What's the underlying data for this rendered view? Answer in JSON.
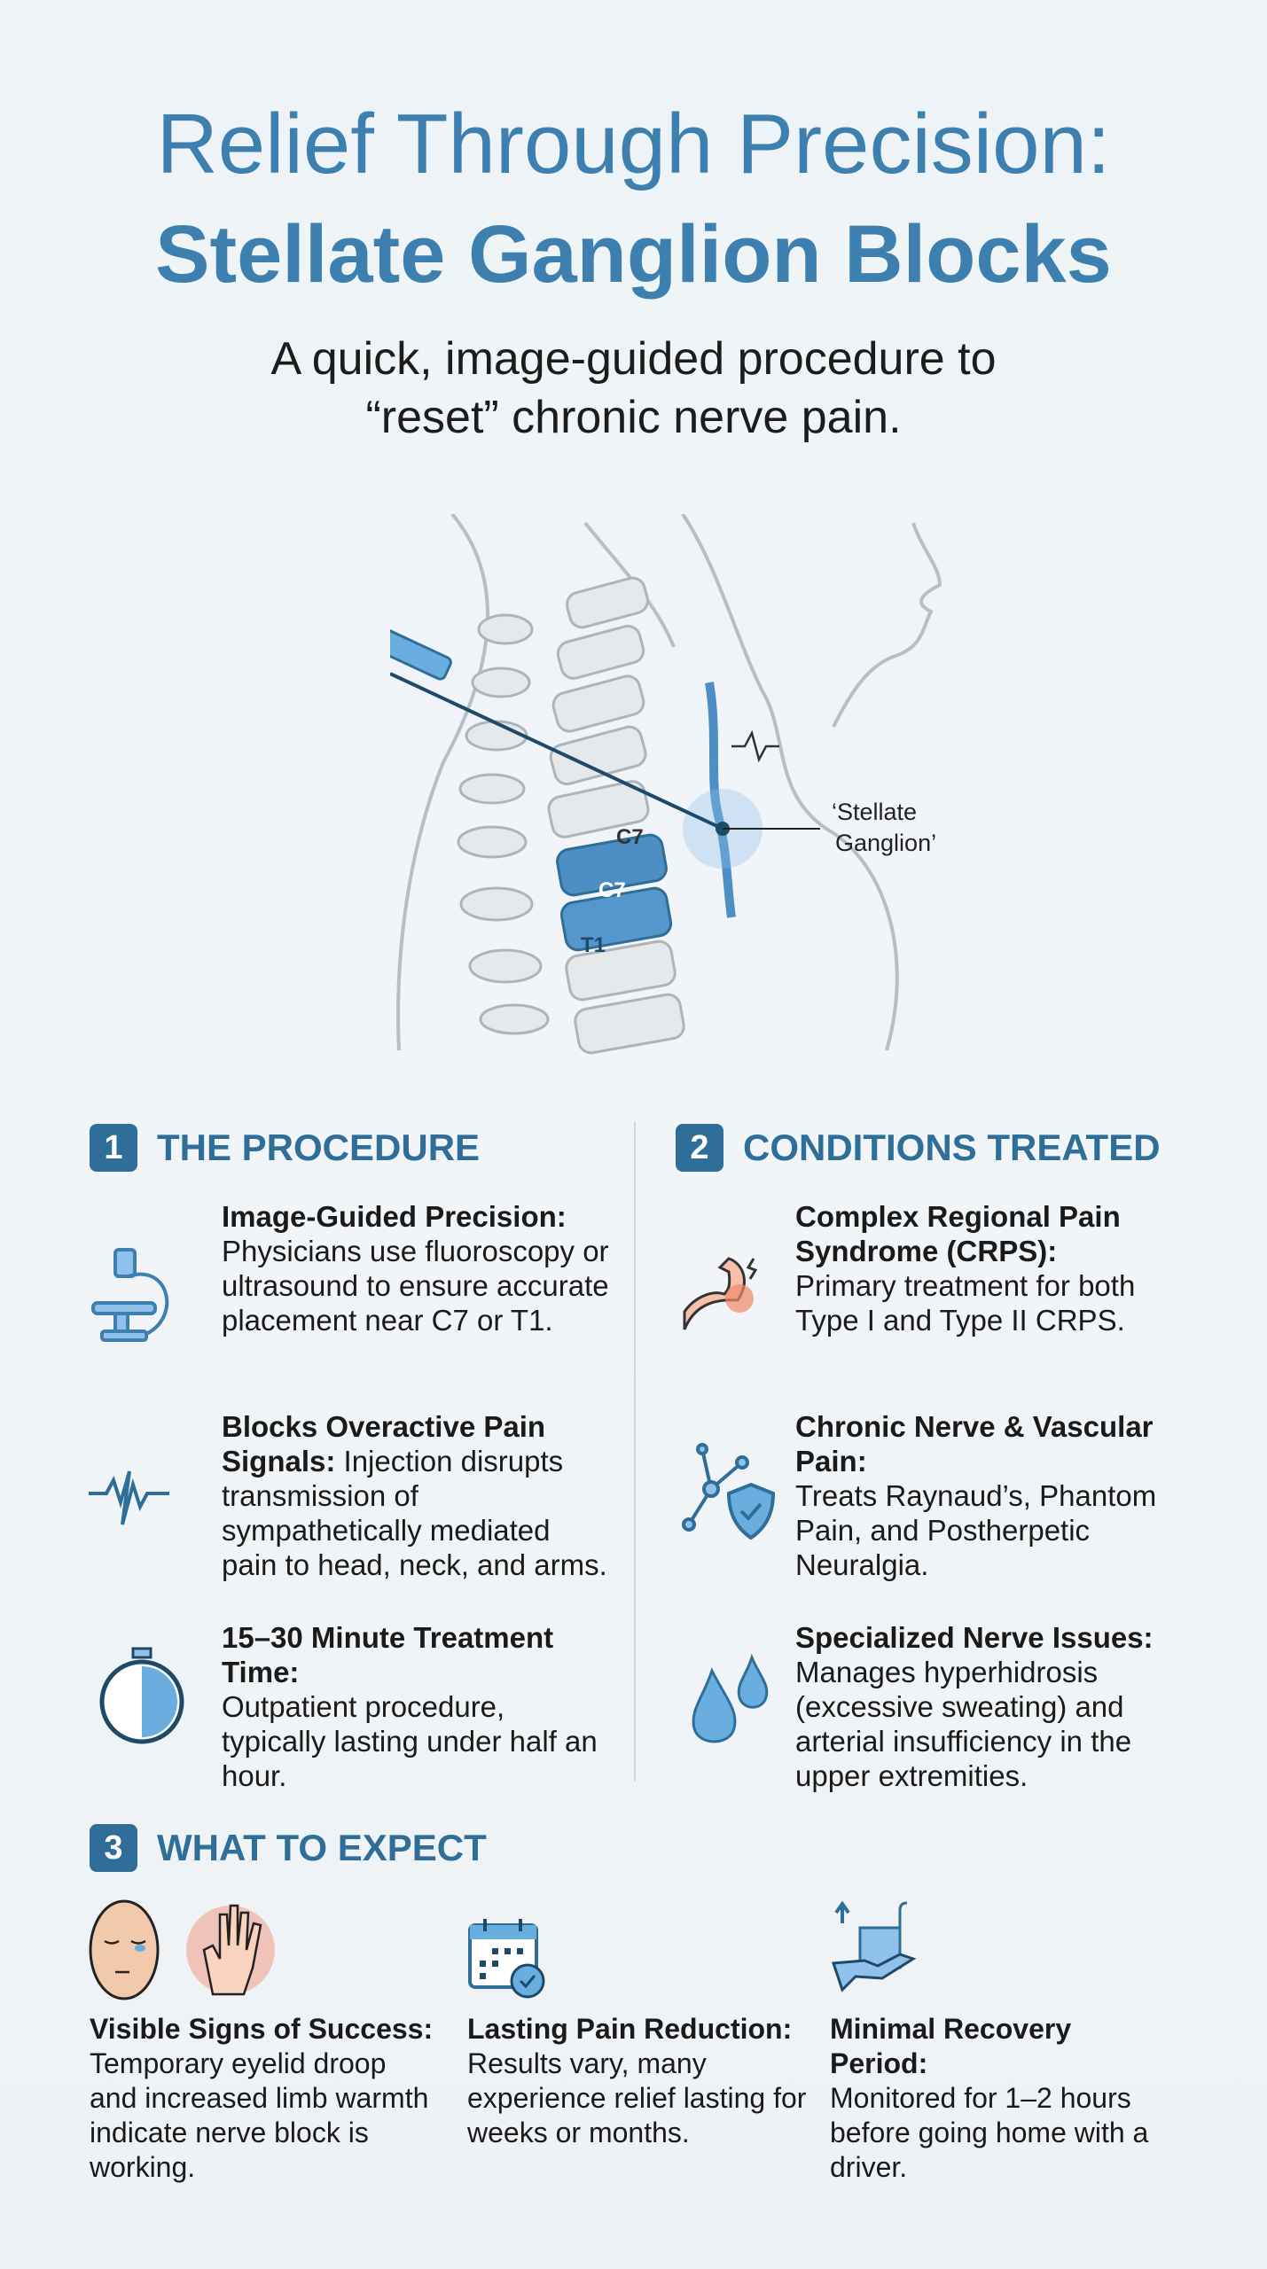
{
  "title": {
    "line1": "Relief Through Precision:",
    "line2": "Stellate Ganglion Blocks"
  },
  "subtitle": {
    "line1": "A quick, image-guided procedure to",
    "line2": "“reset” chronic nerve pain."
  },
  "illustration": {
    "labels": {
      "c7_upper": "C7",
      "c7_lower": "C7",
      "t1": "T1",
      "ganglion_line1": "‘Stellate",
      "ganglion_line2": "Ganglion’"
    }
  },
  "sections": [
    {
      "number": "1",
      "title": "THE PROCEDURE",
      "items": [
        {
          "icon": "c-arm-fluoroscopy-icon",
          "heading": "Image-Guided Precision:",
          "body": "Physicians use fluoroscopy or ultrasound to ensure accurate placement near C7 or T1."
        },
        {
          "icon": "nerve-signal-icon",
          "heading": "Blocks Overactive Pain Signals:",
          "body": "Injection disrupts transmission of sympathetically mediated pain to head, neck, and arms."
        },
        {
          "icon": "stopwatch-icon",
          "heading": "15–30 Minute Treatment Time:",
          "body": "Outpatient procedure, typically lasting under half an hour."
        }
      ]
    },
    {
      "number": "2",
      "title": "CONDITIONS TREATED",
      "items": [
        {
          "icon": "flexed-arm-pain-icon",
          "heading": "Complex Regional Pain Syndrome (CRPS):",
          "body": "Primary treatment for both Type I and Type II CRPS."
        },
        {
          "icon": "nerve-shield-icon",
          "heading": "Chronic Nerve & Vascular Pain:",
          "body": "Treats Raynaud’s, Phantom Pain, and Postherpetic Neuralgia."
        },
        {
          "icon": "water-drops-icon",
          "heading": "Specialized Nerve Issues:",
          "body": "Manages hyperhidrosis (excessive sweating) and arterial insufficiency in the upper extremities."
        }
      ]
    },
    {
      "number": "3",
      "title": "WHAT TO EXPECT",
      "items": [
        {
          "icon": "face-and-warm-hand-icon",
          "heading": "Visible Signs of Success:",
          "body": "Temporary eyelid droop and increased limb warmth indicate nerve block is working."
        },
        {
          "icon": "calendar-check-icon",
          "heading": "Lasting Pain Reduction:",
          "body": "Results vary, many experience relief lasting for weeks or months."
        },
        {
          "icon": "hand-holding-box-icon",
          "heading": "Minimal Recovery Period:",
          "body": "Monitored for 1–2 hours before going home with a driver."
        }
      ]
    }
  ],
  "colors": {
    "accent": "#3d7fae",
    "badge": "#2e6e98",
    "icon_blue": "#6aaee0",
    "warm": "#f08a6a"
  }
}
